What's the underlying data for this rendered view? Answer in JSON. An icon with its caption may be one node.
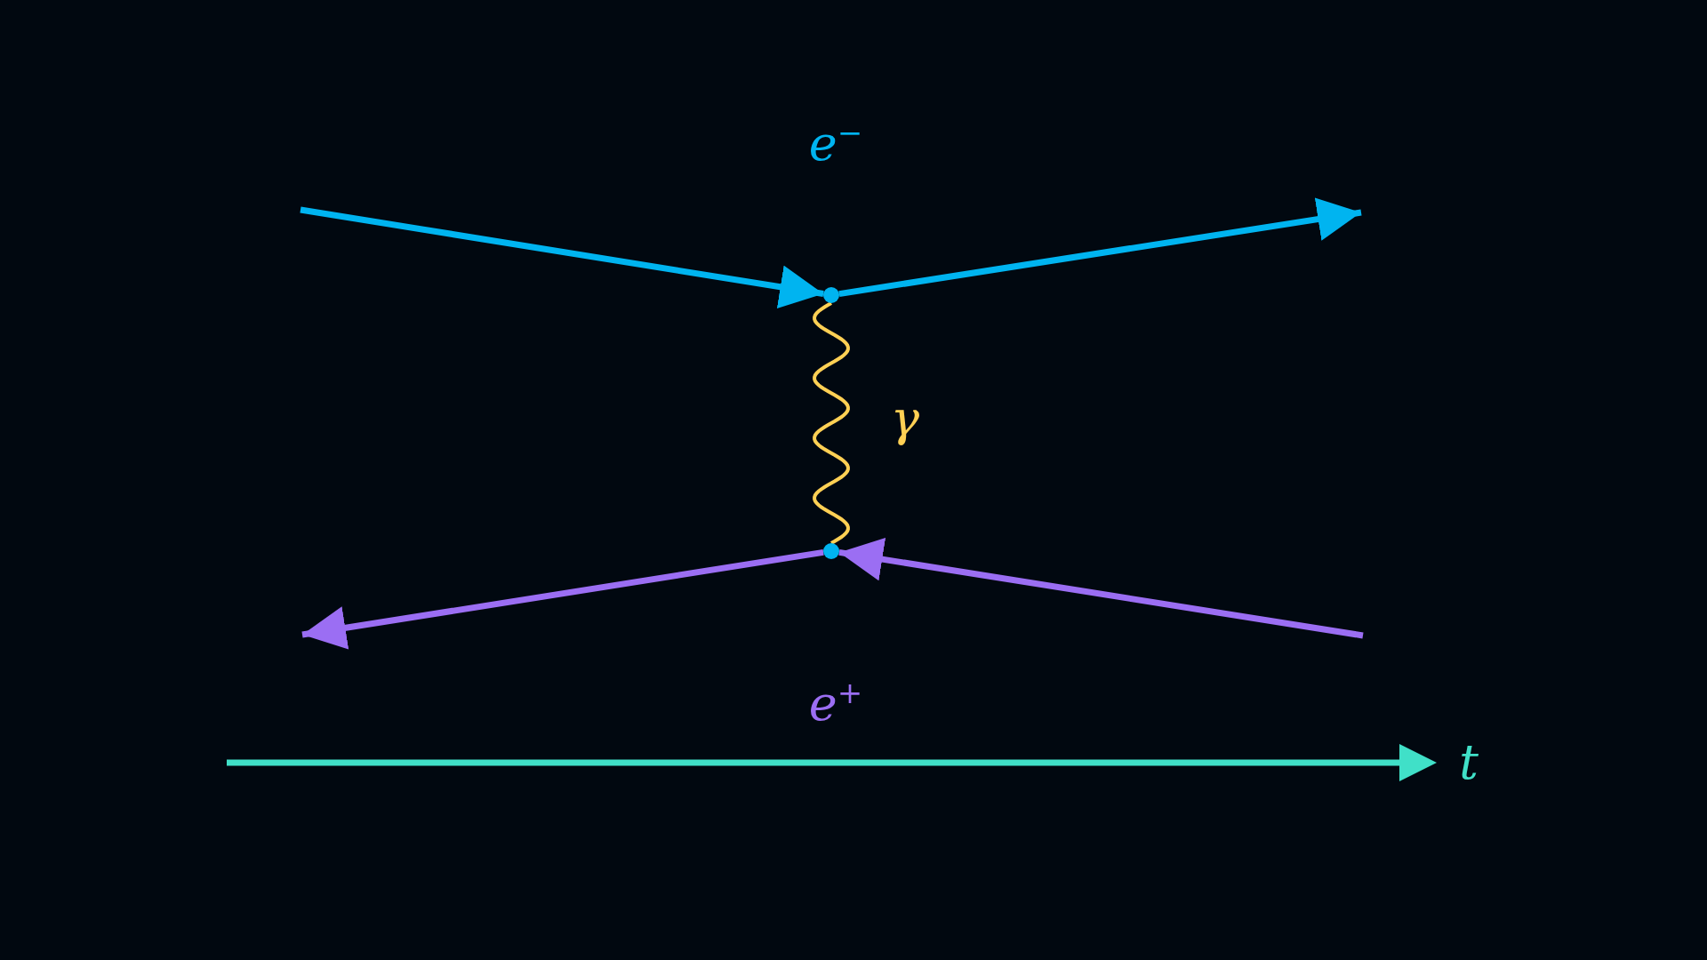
{
  "diagram": {
    "nodes": [
      {
        "text": [],
        "shape": "circle"
      },
      {
        "text": [],
        "shape": "circle"
      }
    ],
    "edges": [
      {
        "from": null,
        "to": 0,
        "arrow": "to",
        "color": "#00b4f0"
      },
      {
        "from": 0,
        "to": null,
        "arrow": "to",
        "color": "#00b4f0"
      },
      {
        "from": 0,
        "to": 1,
        "arrow": "none",
        "color": "#ffd054"
      },
      {
        "from": null,
        "to": 1,
        "arrow": "to",
        "color": "#9b6ef3"
      },
      {
        "from": 1,
        "to": null,
        "arrow": "to",
        "color": "#9b6ef3"
      }
    ],
    "labels": [
      "e$^{−}$",
      "γ",
      "e$^{+}$",
      "t"
    ]
  }
}
